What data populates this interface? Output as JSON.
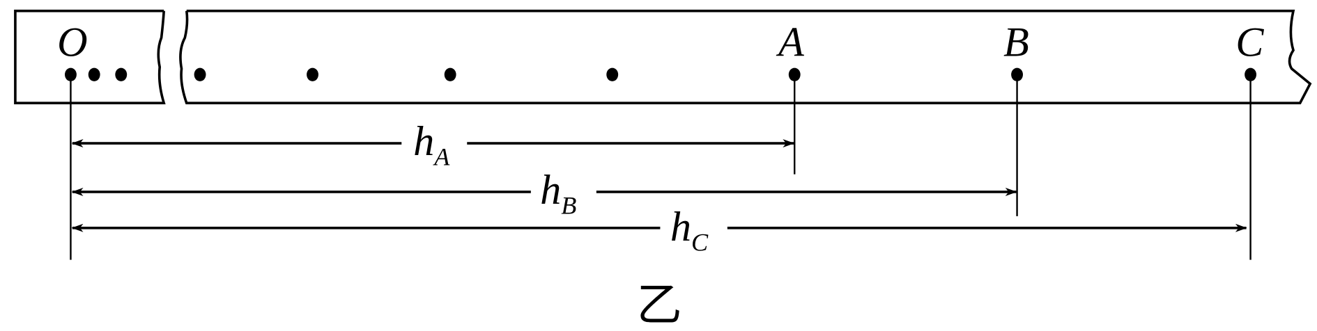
{
  "points": {
    "origin": "O",
    "a": "A",
    "b": "B",
    "c": "C"
  },
  "distances": [
    {
      "main": "h",
      "sub": "A"
    },
    {
      "main": "h",
      "sub": "B"
    },
    {
      "main": "h",
      "sub": "C"
    }
  ],
  "caption": "乙",
  "colors": {
    "ink": "#000000",
    "background": "#ffffff"
  }
}
